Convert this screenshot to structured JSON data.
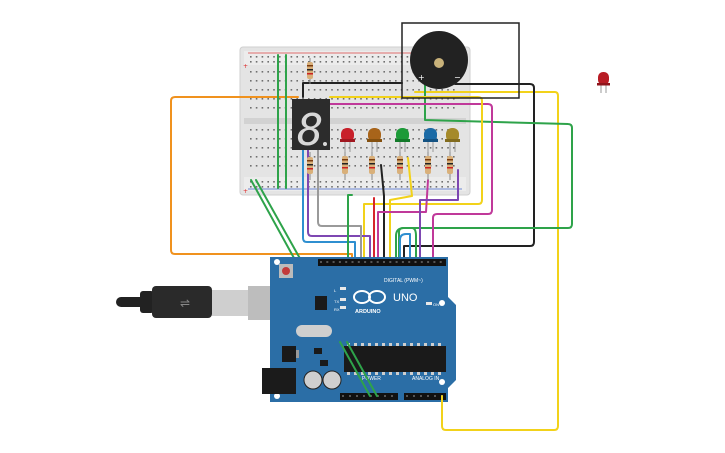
{
  "board": {
    "brand": "ARDUINO",
    "model": "UNO",
    "digital_label": "DIGITAL (PWM~)",
    "power_label": "POWER",
    "analog_label": "ANALOG IN",
    "on_label": "ON",
    "tx_label": "TX",
    "rx_label": "RX",
    "l_label": "L"
  },
  "buzzer": {
    "plus_label": "+",
    "minus_label": "−"
  },
  "display": {
    "digit": "8"
  },
  "colors": {
    "board": "#2b6ea6",
    "breadboard": "#e2e2e2",
    "wire_orange": "#f0921e",
    "wire_yellow": "#f2d21a",
    "wire_green": "#2ea34a",
    "wire_black": "#222222",
    "wire_magenta": "#c0399a",
    "wire_blue": "#2f8fd0",
    "wire_purple": "#7e47b2",
    "wire_gray": "#9a9a9a",
    "wire_red": "#d6262c",
    "led_red": "#c8202a",
    "led_orange": "#a8641a",
    "led_green": "#1c9a38",
    "led_blue": "#1b6aa5",
    "led_yellow": "#a58a2a"
  }
}
